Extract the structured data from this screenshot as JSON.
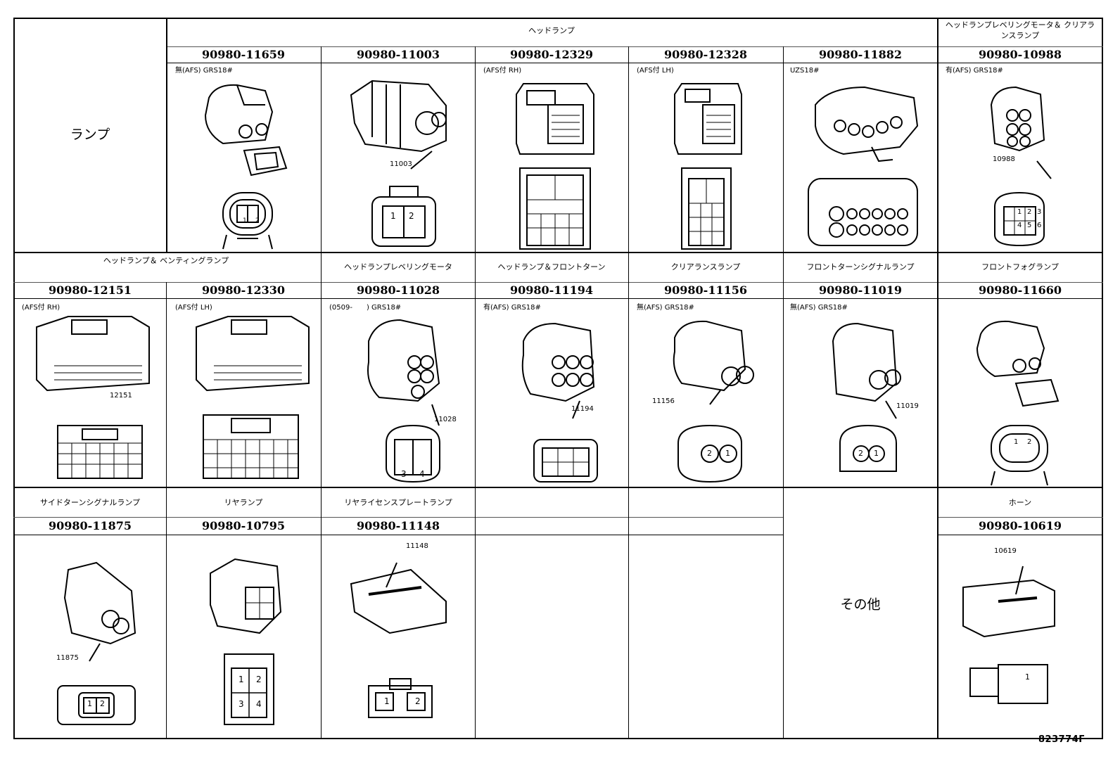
{
  "sheet_code": "823774F",
  "left_header": "ランプ",
  "other_label": "その他",
  "rows": [
    {
      "cells": [
        {
          "category": "ヘッドランプ",
          "part": "90980-11659",
          "note": "無(AFS) GRS18#",
          "callout": "",
          "drawing": "connector-2pin-icon"
        },
        {
          "category": "",
          "part": "90980-11003",
          "note": "",
          "callout": "11003",
          "drawing": "connector-2pin-icon"
        },
        {
          "category": "",
          "part": "90980-12329",
          "note": "(AFS付 RH)",
          "callout": "",
          "drawing": "connector-multipin-icon"
        },
        {
          "category": "",
          "part": "90980-12328",
          "note": "(AFS付 LH)",
          "callout": "",
          "drawing": "connector-multipin-icon"
        },
        {
          "category": "",
          "part": "90980-11882",
          "note": "UZS18#",
          "callout": "",
          "drawing": "connector-multipin-icon"
        },
        {
          "category": "ヘッドランプレベリングモータ＆ クリアランスランプ",
          "part": "90980-10988",
          "note": "有(AFS) GRS18#",
          "callout": "10988",
          "drawing": "connector-6pin-icon"
        }
      ]
    },
    {
      "cells": [
        {
          "category": "ヘッドランプ＆ ベンティングランプ",
          "part": "90980-12151",
          "note": "(AFS付 RH)",
          "callout": "12151",
          "drawing": "connector-multipin-icon"
        },
        {
          "category": "",
          "part": "90980-12330",
          "note": "(AFS付 LH)",
          "callout": "",
          "drawing": "connector-multipin-icon"
        },
        {
          "category": "ヘッドランプレベリングモータ",
          "part": "90980-11028",
          "note": "(0509-　　) GRS18#",
          "callout": "11028",
          "drawing": "connector-4pin-icon"
        },
        {
          "category": "ヘッドランプ＆フロントターン",
          "part": "90980-11194",
          "note": "有(AFS) GRS18#",
          "callout": "11194",
          "drawing": "connector-6pin-icon"
        },
        {
          "category": "クリアランスランプ",
          "part": "90980-11156",
          "note": "無(AFS) GRS18#",
          "callout": "11156",
          "drawing": "connector-2pin-icon"
        },
        {
          "category": "フロントターンシグナルランプ",
          "part": "90980-11019",
          "note": "無(AFS) GRS18#",
          "callout": "11019",
          "drawing": "connector-2pin-icon"
        },
        {
          "category": "フロントフォグランプ",
          "part": "90980-11660",
          "note": "",
          "callout": "",
          "drawing": "connector-2pin-icon"
        }
      ]
    },
    {
      "cells": [
        {
          "category": "サイドターンシグナルランプ",
          "part": "90980-11875",
          "note": "",
          "callout": "11875",
          "drawing": "connector-2pin-icon"
        },
        {
          "category": "リヤランプ",
          "part": "90980-10795",
          "note": "",
          "callout": "",
          "drawing": "connector-4pin-icon"
        },
        {
          "category": "リヤライセンスプレートランプ",
          "part": "90980-11148",
          "note": "",
          "callout": "11148",
          "drawing": "connector-2pin-icon"
        },
        {
          "category": "",
          "part": "",
          "note": "",
          "callout": "",
          "drawing": ""
        },
        {
          "category": "",
          "part": "",
          "note": "",
          "callout": "",
          "drawing": ""
        },
        {
          "category": "",
          "part": "",
          "note": "",
          "callout": "",
          "drawing": ""
        },
        {
          "category": "ホーン",
          "part": "90980-10619",
          "note": "",
          "callout": "10619",
          "drawing": "connector-1pin-icon"
        }
      ]
    }
  ],
  "pin_labels": {
    "two": [
      "1",
      "2"
    ],
    "two_rev": [
      "2",
      "1"
    ],
    "four": [
      "1",
      "2",
      "3",
      "4"
    ],
    "six": [
      "1",
      "2",
      "3",
      "4",
      "5",
      "6"
    ],
    "one": [
      "1"
    ]
  }
}
